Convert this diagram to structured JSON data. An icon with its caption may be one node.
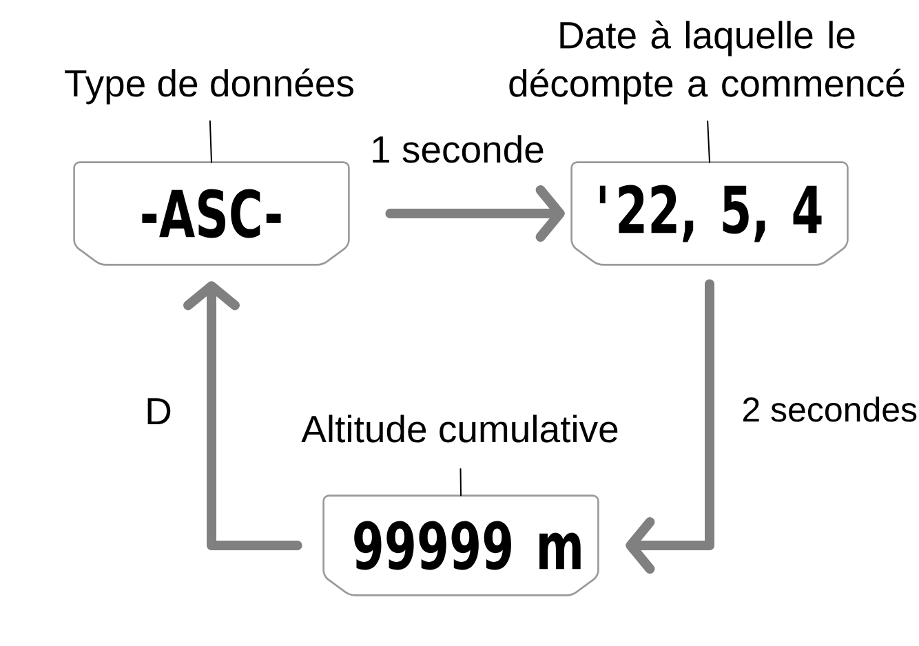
{
  "diagram": {
    "nodes": [
      {
        "text": [
          "Type de données"
        ]
      },
      {
        "text": [
          "-ASC-"
        ]
      },
      {
        "text": [
          "Date à laquelle le décompte a commencé"
        ]
      },
      {
        "text": [
          "'22, 5, 4"
        ]
      },
      {
        "text": [
          "Altitude cumulative"
        ]
      },
      {
        "text": [
          "99999 m"
        ]
      }
    ],
    "edges": [
      {
        "from": 0,
        "to": 1,
        "arrow": "none"
      },
      {
        "from": 2,
        "to": 3,
        "arrow": "none"
      },
      {
        "from": 4,
        "to": 5,
        "arrow": "none"
      },
      {
        "from": 1,
        "to": 3,
        "arrow": "to",
        "label": "1 seconde",
        "style": "thick",
        "color": "#808080"
      },
      {
        "from": 3,
        "to": 5,
        "arrow": "to",
        "label": "2 secondes",
        "style": "thick",
        "color": "#808080"
      },
      {
        "from": 5,
        "to": 1,
        "arrow": "to",
        "label": "D",
        "style": "thick",
        "color": "#808080"
      }
    ]
  }
}
